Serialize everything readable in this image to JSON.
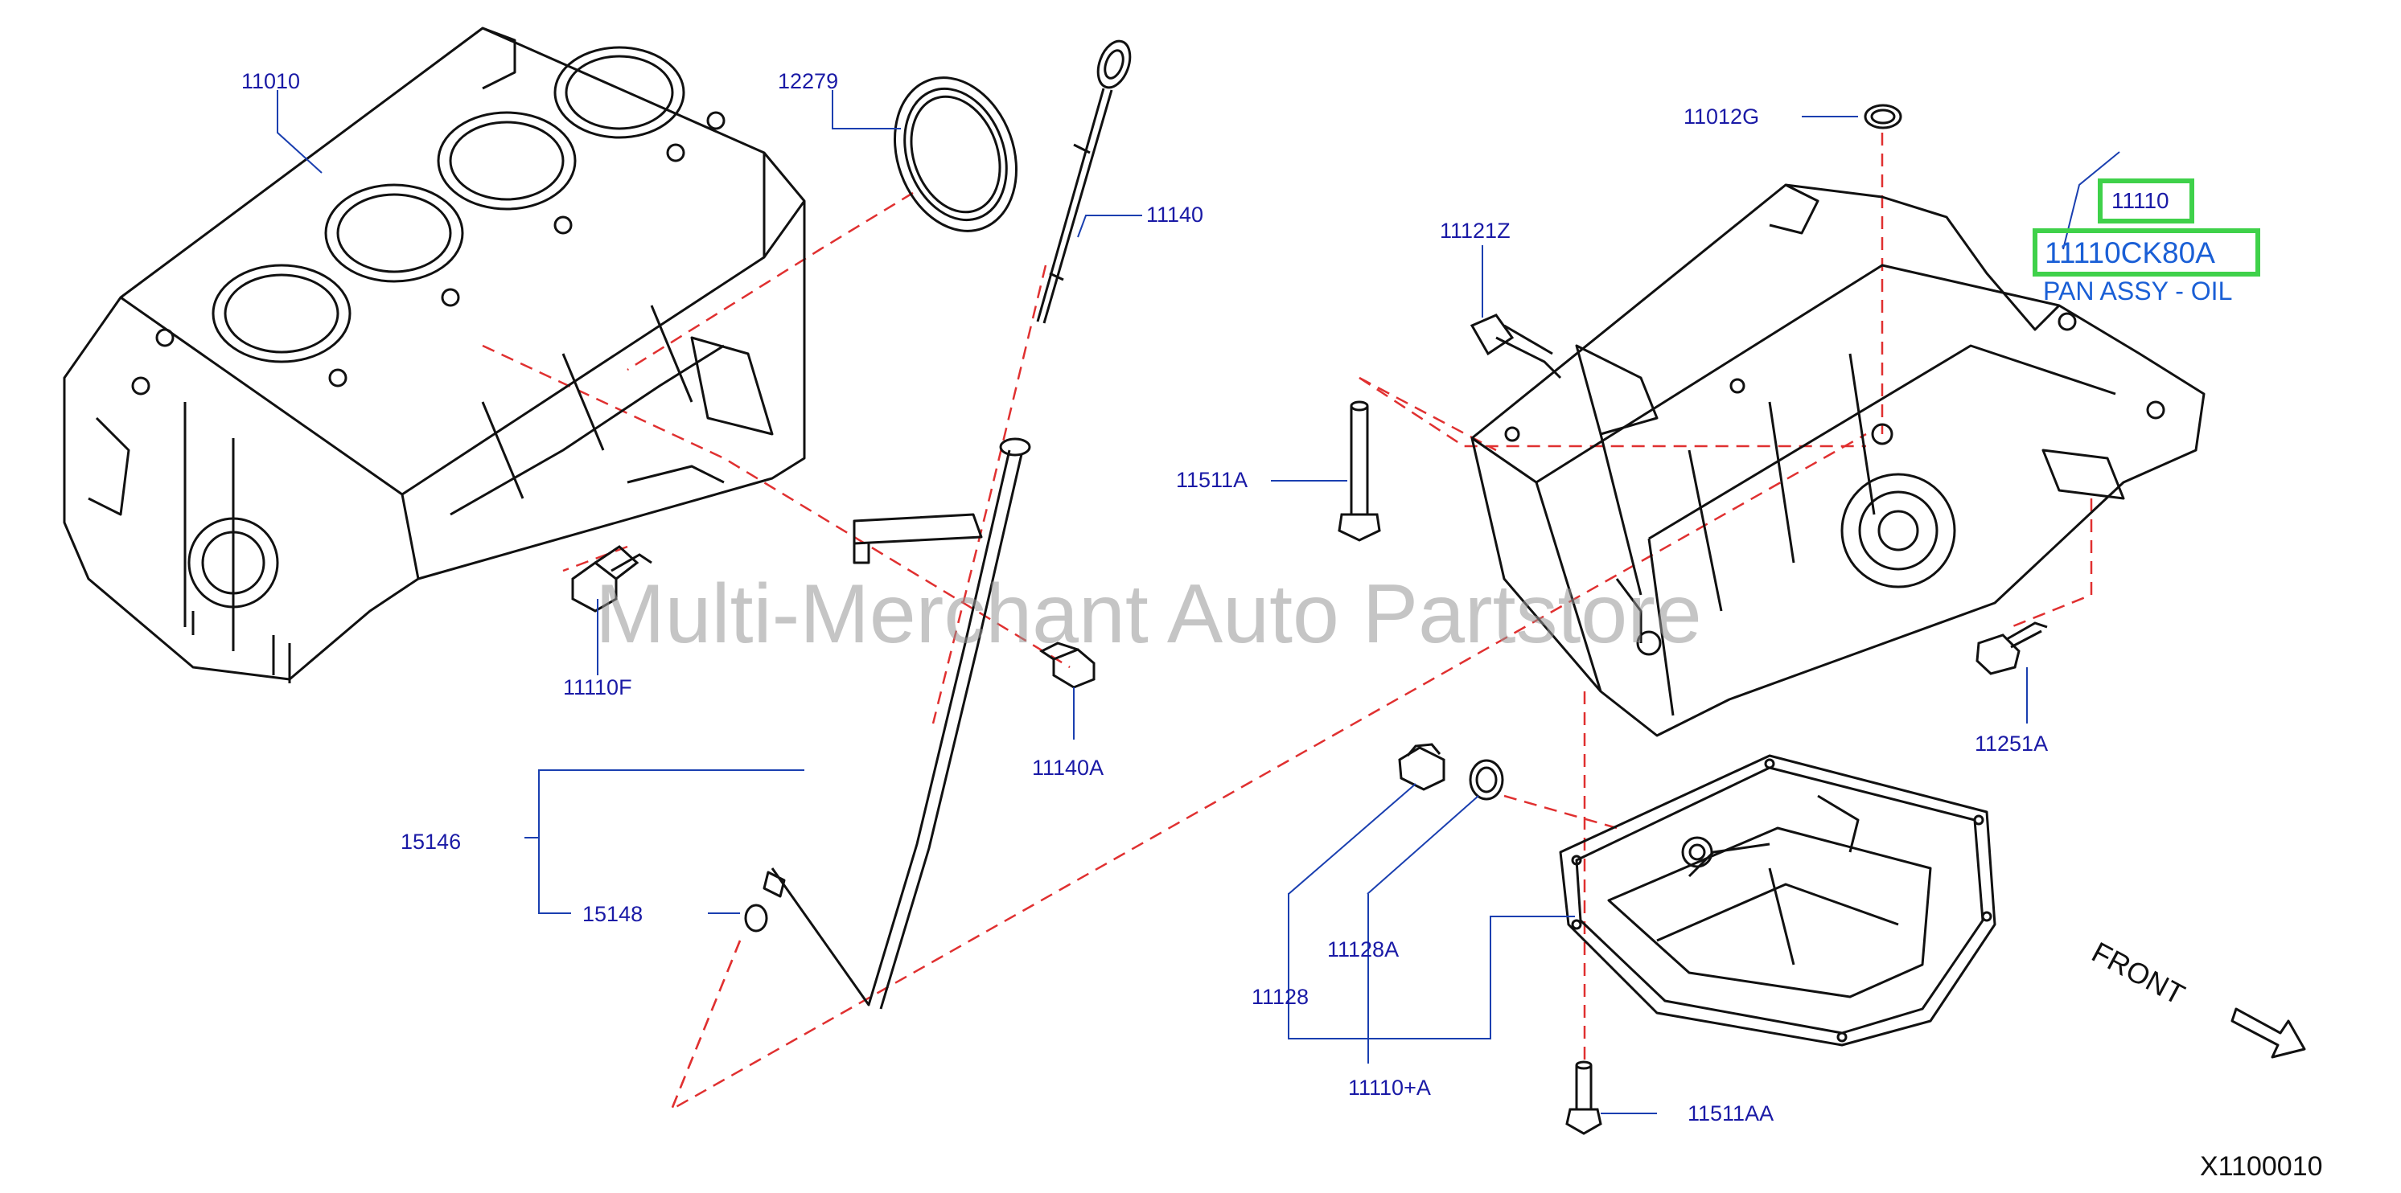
{
  "watermark": "Multi-Merchant Auto Partstore",
  "front_label": "FRONT",
  "figure_code": "X1100010",
  "highlight": {
    "group_number": "11110",
    "part_number": "11110CK80A",
    "description": "PAN ASSY - OIL",
    "box_color": "#3fd14a",
    "text_color": "#1a5fd6"
  },
  "label_color": "#1a1aa6",
  "callout_color": "#1a3fb0",
  "dash_color": "#e03030",
  "labels": {
    "l11010": "11010",
    "l12279": "12279",
    "l11140": "11140",
    "l11110F": "11110F",
    "l11140A": "11140A",
    "l15146": "15146",
    "l15148": "15148",
    "l11012G": "11012G",
    "l11121Z": "11121Z",
    "l11511A": "11511A",
    "l11251A": "11251A",
    "l11128A": "11128A",
    "l11128": "11128",
    "l11110A": "11110+A",
    "l11511AA": "11511AA"
  }
}
